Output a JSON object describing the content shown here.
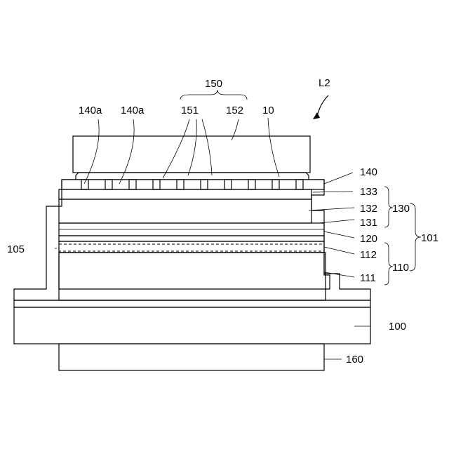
{
  "figure": {
    "view_label": "L2",
    "labels": {
      "l150": "150",
      "l140a_left": "140a",
      "l140a_right": "140a",
      "l151": "151",
      "l152": "152",
      "l10": "10",
      "l140": "140",
      "l133": "133",
      "l132": "132",
      "l131": "131",
      "l130": "130",
      "l120": "120",
      "l105": "105",
      "l112": "112",
      "l111": "111",
      "l110": "110",
      "l101": "101",
      "l100": "100",
      "l160": "160"
    }
  }
}
